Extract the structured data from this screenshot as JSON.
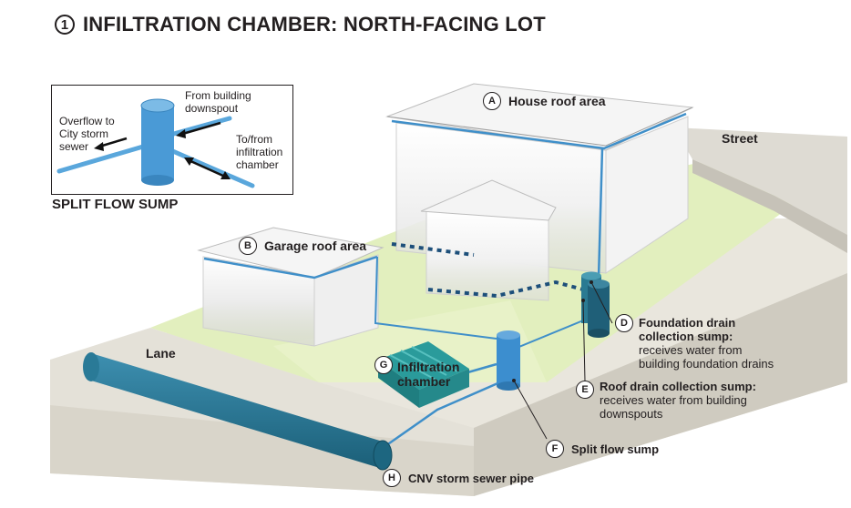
{
  "title": {
    "number": "1",
    "text": "INFILTRATION CHAMBER: NORTH-FACING LOT"
  },
  "inset": {
    "caption": "SPLIT FLOW SUMP",
    "from_building_1": "From building",
    "from_building_2": "downspout",
    "overflow_1": "Overflow to",
    "overflow_2": "City storm",
    "overflow_3": "sewer",
    "tofrom_1": "To/from",
    "tofrom_2": "infiltration",
    "tofrom_3": "chamber"
  },
  "labels": {
    "A": {
      "badge": "A",
      "text": "House roof area"
    },
    "B": {
      "badge": "B",
      "text": "Garage roof area"
    },
    "D": {
      "badge": "D",
      "title_1": "Foundation drain",
      "title_2": "collection sump:",
      "desc_1": "receives water from",
      "desc_2": "building foundation drains"
    },
    "E": {
      "badge": "E",
      "title": "Roof drain collection sump:",
      "desc_1": "receives water from building",
      "desc_2": "downspouts"
    },
    "F": {
      "badge": "F",
      "text": "Split flow sump"
    },
    "G": {
      "badge": "G",
      "text_1": "Infiltration",
      "text_2": "chamber"
    },
    "H": {
      "badge": "H",
      "text": "CNV storm sewer pipe"
    },
    "street": "Street",
    "lane": "Lane"
  },
  "colors": {
    "pipe": "#3f8fc9",
    "sump_dark": "#1f6f8b",
    "chamber": "#2a9b9b",
    "lawn": "#dfeeb9",
    "ground": "#e6e3da",
    "curb": "#c9c6bd"
  }
}
